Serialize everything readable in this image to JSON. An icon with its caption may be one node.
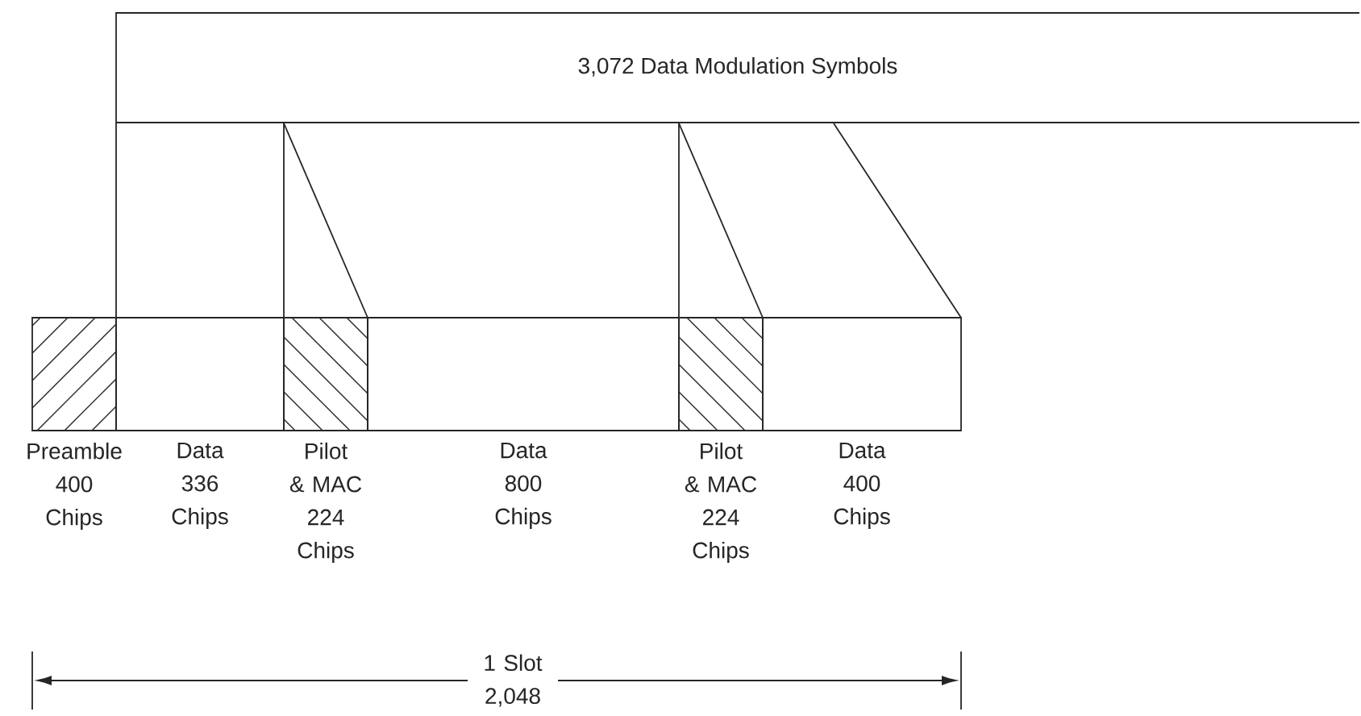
{
  "diagram": {
    "nodes": [
      {
        "text": [
          "3,072 Data Modulation Symbols"
        ]
      },
      {
        "text": [],
        "shape": "box",
        "beside": [
          "Preamble 400 Chips"
        ]
      },
      {
        "text": [],
        "shape": "box",
        "beside": [
          "Data 336 Chips"
        ]
      },
      {
        "text": [],
        "shape": "box",
        "beside": [
          "Pilot & MAC 224 Chips"
        ]
      },
      {
        "text": [],
        "shape": "box",
        "beside": [
          "Data 800 Chips"
        ]
      },
      {
        "text": [],
        "shape": "box",
        "beside": [
          "Pilot & MAC 224 Chips"
        ]
      },
      {
        "text": [],
        "shape": "box",
        "beside": [
          "Data 400 Chips"
        ]
      }
    ],
    "edges": [
      {
        "from": 0,
        "to": 2,
        "arrow": "none"
      },
      {
        "from": 0,
        "to": 3,
        "arrow": "none"
      },
      {
        "from": 0,
        "to": 4,
        "arrow": "none"
      },
      {
        "from": 0,
        "to": 5,
        "arrow": "none"
      },
      {
        "from": 0,
        "to": 6,
        "arrow": "none"
      },
      {
        "from": 0,
        "to": 6,
        "arrow": "none"
      }
    ],
    "labels": [
      "1 Slot 2,048"
    ]
  }
}
